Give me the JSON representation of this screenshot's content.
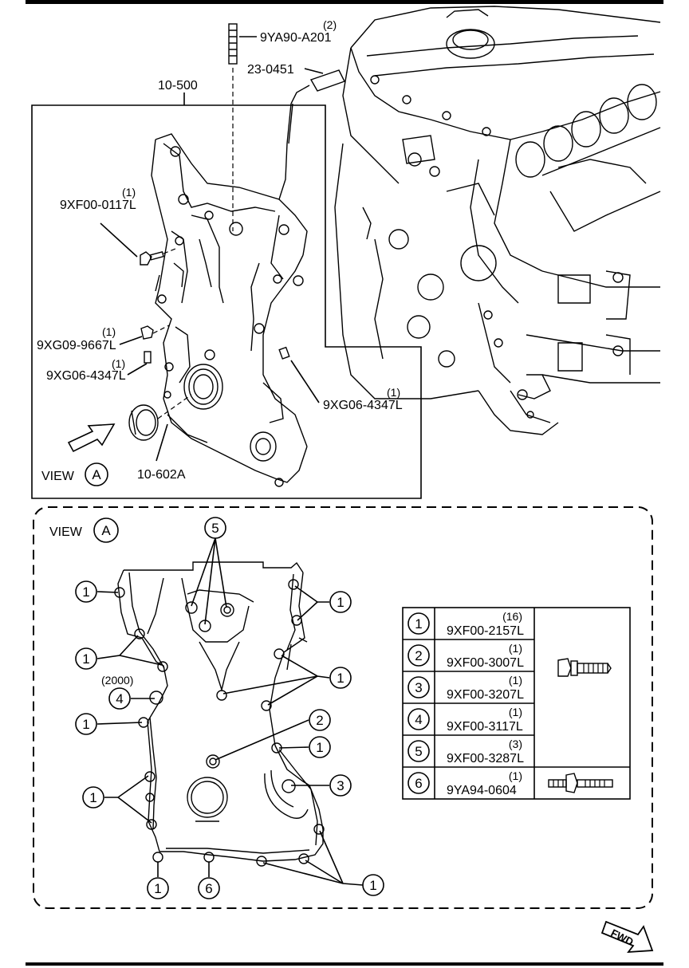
{
  "upper_callouts": {
    "stud_part": "9YA90-A201",
    "stud_qty": "(2)",
    "sensor_part": "23-0451",
    "cover_part": "10-500",
    "bolt_part": "9XF00-0117L",
    "bolt_qty": "(1)",
    "bolt2_part": "9XG09-9667L",
    "bolt2_qty": "(1)",
    "pin_part": "9XG06-4347L",
    "pin_qty": "(1)",
    "pin2_part": "9XG06-4347L",
    "pin2_qty": "(1)",
    "seal_part": "10-602A",
    "view_label": "VIEW",
    "view_letter": "A"
  },
  "view_a": {
    "view_label": "VIEW",
    "view_letter": "A",
    "year_note": "(2000)",
    "markers": {
      "m1": "1",
      "m2": "2",
      "m3": "3",
      "m4": "4",
      "m5": "5",
      "m6": "6"
    }
  },
  "fastener_table": {
    "rows": [
      {
        "num": "1",
        "qty": "(16)",
        "part": "9XF00-2157L"
      },
      {
        "num": "2",
        "qty": "(1)",
        "part": "9XF00-3007L"
      },
      {
        "num": "3",
        "qty": "(1)",
        "part": "9XF00-3207L"
      },
      {
        "num": "4",
        "qty": "(1)",
        "part": "9XF00-3117L"
      },
      {
        "num": "5",
        "qty": "(3)",
        "part": "9XF00-3287L"
      },
      {
        "num": "6",
        "qty": "(1)",
        "part": "9YA94-0604"
      }
    ]
  },
  "fwd_label": "FWD"
}
